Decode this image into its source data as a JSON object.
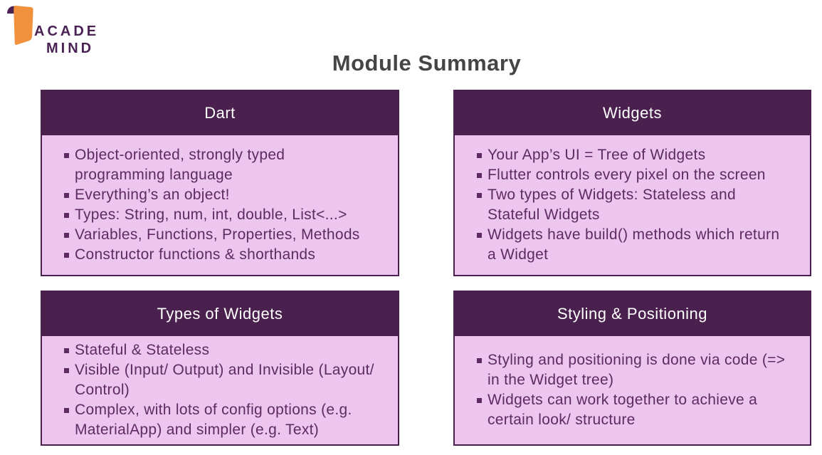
{
  "logo": {
    "line1_first": "A",
    "line1_rest": "CADE",
    "line2": "MIND"
  },
  "title": "Module Summary",
  "colors": {
    "header_bg": "#4A204E",
    "body_bg": "#ECC6EF",
    "body_text": "#5D2A61",
    "card_border": "#4A204E",
    "header_text": "#FFFFFF",
    "title_color": "#454545",
    "logo_orange": "#F2913D",
    "logo_purple": "#4B2254"
  },
  "cards": [
    {
      "title": "Dart",
      "bullets": [
        "Object-oriented, strongly typed programming language",
        "Everything’s an object!",
        "Types: String, num, int, double, List<...>",
        "Variables, Functions, Properties, Methods",
        "Constructor functions & shorthands"
      ]
    },
    {
      "title": "Widgets",
      "bullets": [
        "Your App’s UI = Tree of Widgets",
        "Flutter controls every pixel on the screen",
        "Two types of Widgets: Stateless and Stateful Widgets",
        "Widgets have build() methods which return a Widget"
      ]
    },
    {
      "title": "Types of Widgets",
      "bullets": [
        "Stateful & Stateless",
        "Visible (Input/ Output) and Invisible (Layout/ Control)",
        "Complex, with lots of config options (e.g. MaterialApp) and simpler (e.g. Text)"
      ]
    },
    {
      "title": "Styling & Positioning",
      "bullets": [
        "Styling and positioning is done via code (=> in the Widget tree)",
        "Widgets can work together to achieve a certain look/ structure"
      ]
    }
  ]
}
